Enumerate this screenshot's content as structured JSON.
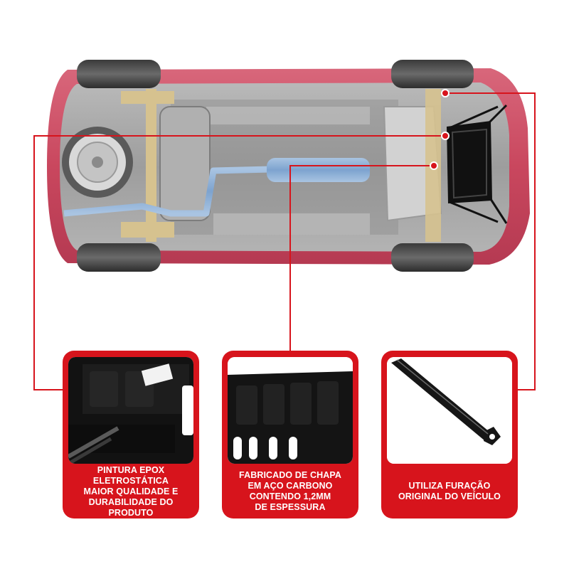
{
  "colors": {
    "accent_red": "#d7141c",
    "car_body": "#c9475e",
    "shield_black": "#111111"
  },
  "icons": [
    "car-underbody-illustration",
    "spare-wheel-icon",
    "tire-icon",
    "engine-shield-icon",
    "callout-dot-icon"
  ],
  "features": [
    {
      "caption": "PINTURA EPOX\nELETROSTÁTICA\nMAIOR QUALIDADE E\nDURABILIDADE DO PRODUTO"
    },
    {
      "caption": "FABRICADO DE CHAPA\nEM AÇO CARBONO\nCONTENDO 1,2MM\nDE ESPESSURA"
    },
    {
      "caption": "UTILIZA FURAÇÃO\nORIGINAL DO VEÍCULO"
    }
  ]
}
